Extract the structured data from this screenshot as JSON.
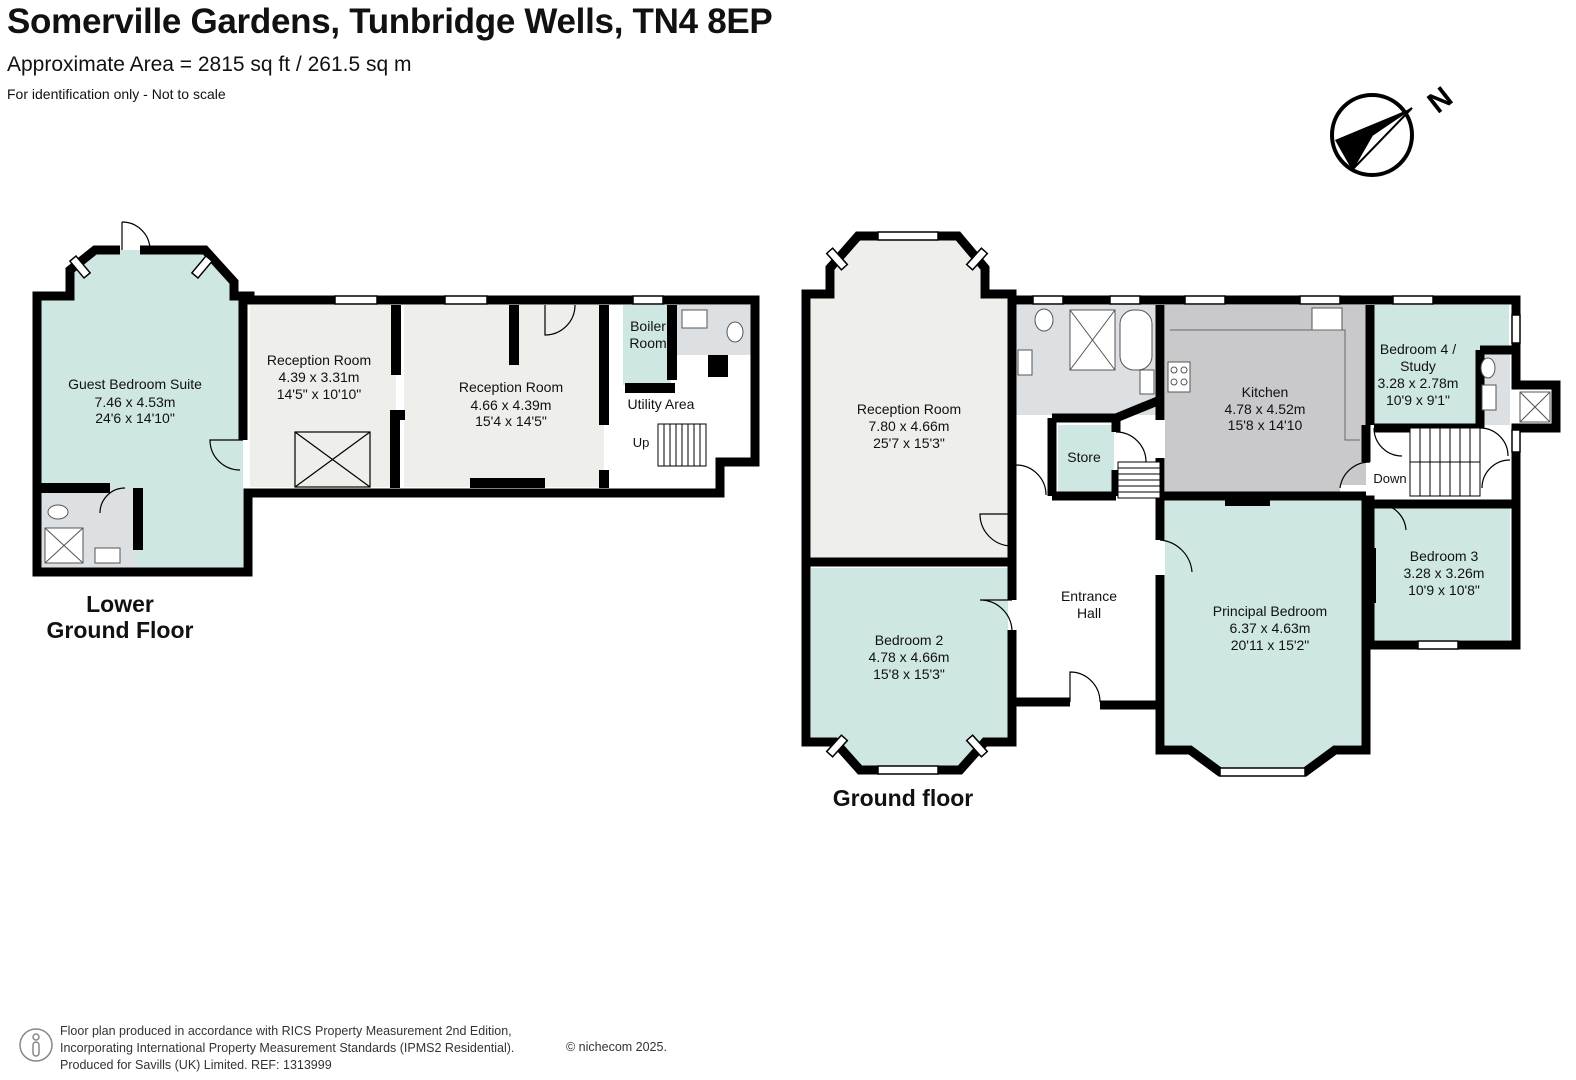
{
  "header": {
    "title": "Somerville Gardens, Tunbridge Wells, TN4 8EP",
    "area": "Approximate Area = 2815 sq ft / 261.5 sq m",
    "note": "For identification only - Not to scale"
  },
  "compass": {
    "icon": "north-arrow-icon",
    "label": "N"
  },
  "colors": {
    "wall": "#000000",
    "bedroom_fill": "#cfe7e3",
    "reception_fill": "#eeeeea",
    "kitchen_fill": "#c9c9cc",
    "bathroom_fill": "#dde0e3",
    "hall_fill": "#ffffff"
  },
  "lower_ground": {
    "floor_label": [
      "Lower",
      "Ground Floor"
    ],
    "rooms": {
      "guest": {
        "name": "Guest Bedroom Suite",
        "metric": "7.46 x 4.53m",
        "imperial": "24'6 x 14'10\""
      },
      "reception1": {
        "name": "Reception Room",
        "metric": "4.39 x 3.31m",
        "imperial": "14'5\" x 10'10\""
      },
      "reception2": {
        "name": "Reception Room",
        "metric": "4.66 x 4.39m",
        "imperial": "15'4 x 14'5\""
      },
      "boiler": {
        "name": [
          "Boiler",
          "Room"
        ]
      },
      "utility": {
        "name": "Utility Area"
      },
      "stairs_up": "Up"
    }
  },
  "ground": {
    "floor_label": "Ground floor",
    "rooms": {
      "reception": {
        "name": "Reception Room",
        "metric": "7.80 x 4.66m",
        "imperial": "25'7 x 15'3\""
      },
      "bedroom2": {
        "name": "Bedroom 2",
        "metric": "4.78 x 4.66m",
        "imperial": "15'8 x 15'3\""
      },
      "store": {
        "name": "Store"
      },
      "entrance": {
        "name": [
          "Entrance",
          "Hall"
        ]
      },
      "kitchen": {
        "name": "Kitchen",
        "metric": "4.78 x 4.52m",
        "imperial": "15'8 x 14'10"
      },
      "principal": {
        "name": "Principal Bedroom",
        "metric": "6.37 x 4.63m",
        "imperial": "20'11 x 15'2\""
      },
      "bedroom4": {
        "name": [
          "Bedroom 4 /",
          "Study"
        ],
        "metric": "3.28 x 2.78m",
        "imperial": "10'9 x 9'1\""
      },
      "bedroom3": {
        "name": "Bedroom 3",
        "metric": "3.28 x 3.26m",
        "imperial": "10'9 x 10'8\""
      },
      "stairs_down": "Down"
    }
  },
  "footer": {
    "icon": "info-person-icon",
    "lines": [
      "Floor plan produced in accordance with RICS Property Measurement 2nd Edition,",
      "Incorporating International Property Measurement Standards (IPMS2 Residential).",
      "Produced for Savills (UK) Limited.   REF:  1313999"
    ],
    "copyright": "© nichecom 2025."
  }
}
